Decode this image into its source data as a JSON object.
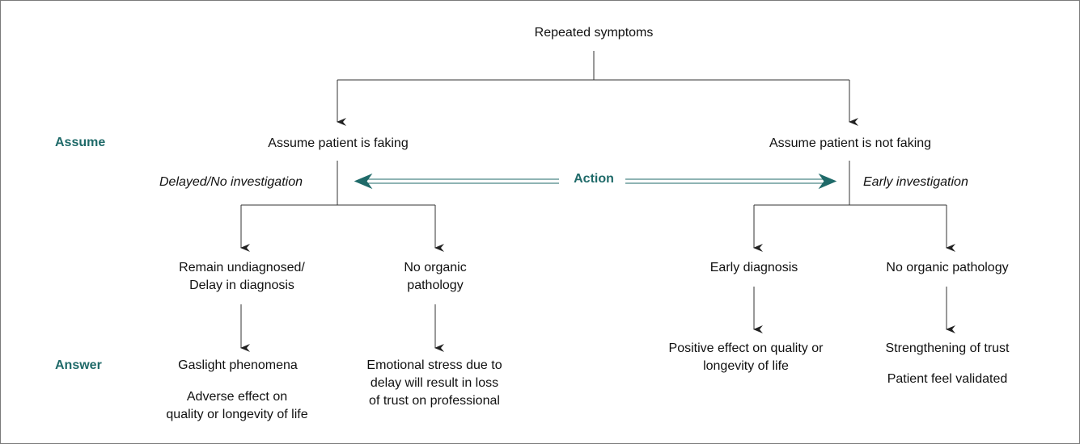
{
  "root": "Repeated symptoms",
  "side_labels": {
    "assume": "Assume",
    "answer": "Answer"
  },
  "action_label": "Action",
  "left": {
    "assumption": "Assume patient is faking",
    "investigation": "Delayed/No investigation",
    "branch_a": {
      "outcome": [
        "Remain undiagnosed/",
        "Delay in diagnosis"
      ],
      "answer_1": "Gaslight phenomena",
      "answer_2": [
        "Adverse effect on",
        "quality or longevity of life"
      ]
    },
    "branch_b": {
      "outcome": [
        "No organic",
        "pathology"
      ],
      "answer": [
        "Emotional stress due to",
        "delay will result in loss",
        "of trust on professional"
      ]
    }
  },
  "right": {
    "assumption": "Assume patient is not faking",
    "investigation": "Early investigation",
    "branch_a": {
      "outcome": "Early diagnosis",
      "answer": [
        "Positive effect on quality or",
        "longevity of life"
      ]
    },
    "branch_b": {
      "outcome": "No organic pathology",
      "answer_1": "Strengthening of trust",
      "answer_2": "Patient feel validated"
    }
  },
  "colors": {
    "accent": "#1f6a69",
    "line": "#333333"
  }
}
